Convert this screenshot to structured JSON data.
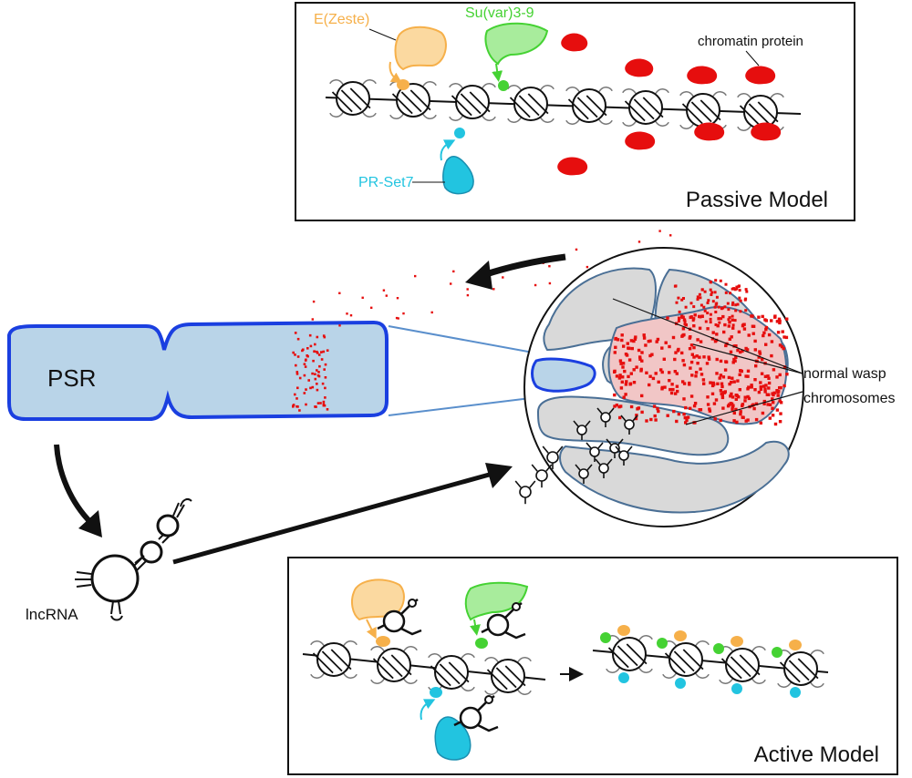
{
  "passive_model": {
    "title": "Passive Model",
    "label_ezeste": "E(Zeste)",
    "label_suvar": "Su(var)3-9",
    "label_prset7": "PR-Set7",
    "label_chromatin_protein": "chromatin protein"
  },
  "active_model": {
    "title": "Active Model"
  },
  "chromosome": {
    "label": "PSR"
  },
  "lncrna": {
    "label": "lncRNA"
  },
  "nucleus": {
    "label_line1": "normal wasp",
    "label_line2": "chromosomes"
  },
  "colors": {
    "ezeste": "#f6b04a",
    "ezeste_fill": "#fbd9a0",
    "suvar": "#45d233",
    "suvar_fill": "#a8ec9c",
    "prset7": "#22c4e0",
    "chromatin_protein": "#e60e0e",
    "psr_fill": "#b9d4e8",
    "psr_outline": "#1a3fe0",
    "normal_chromosome_fill": "#d9d9d9",
    "normal_chromosome_outline": "#4a6f95"
  }
}
